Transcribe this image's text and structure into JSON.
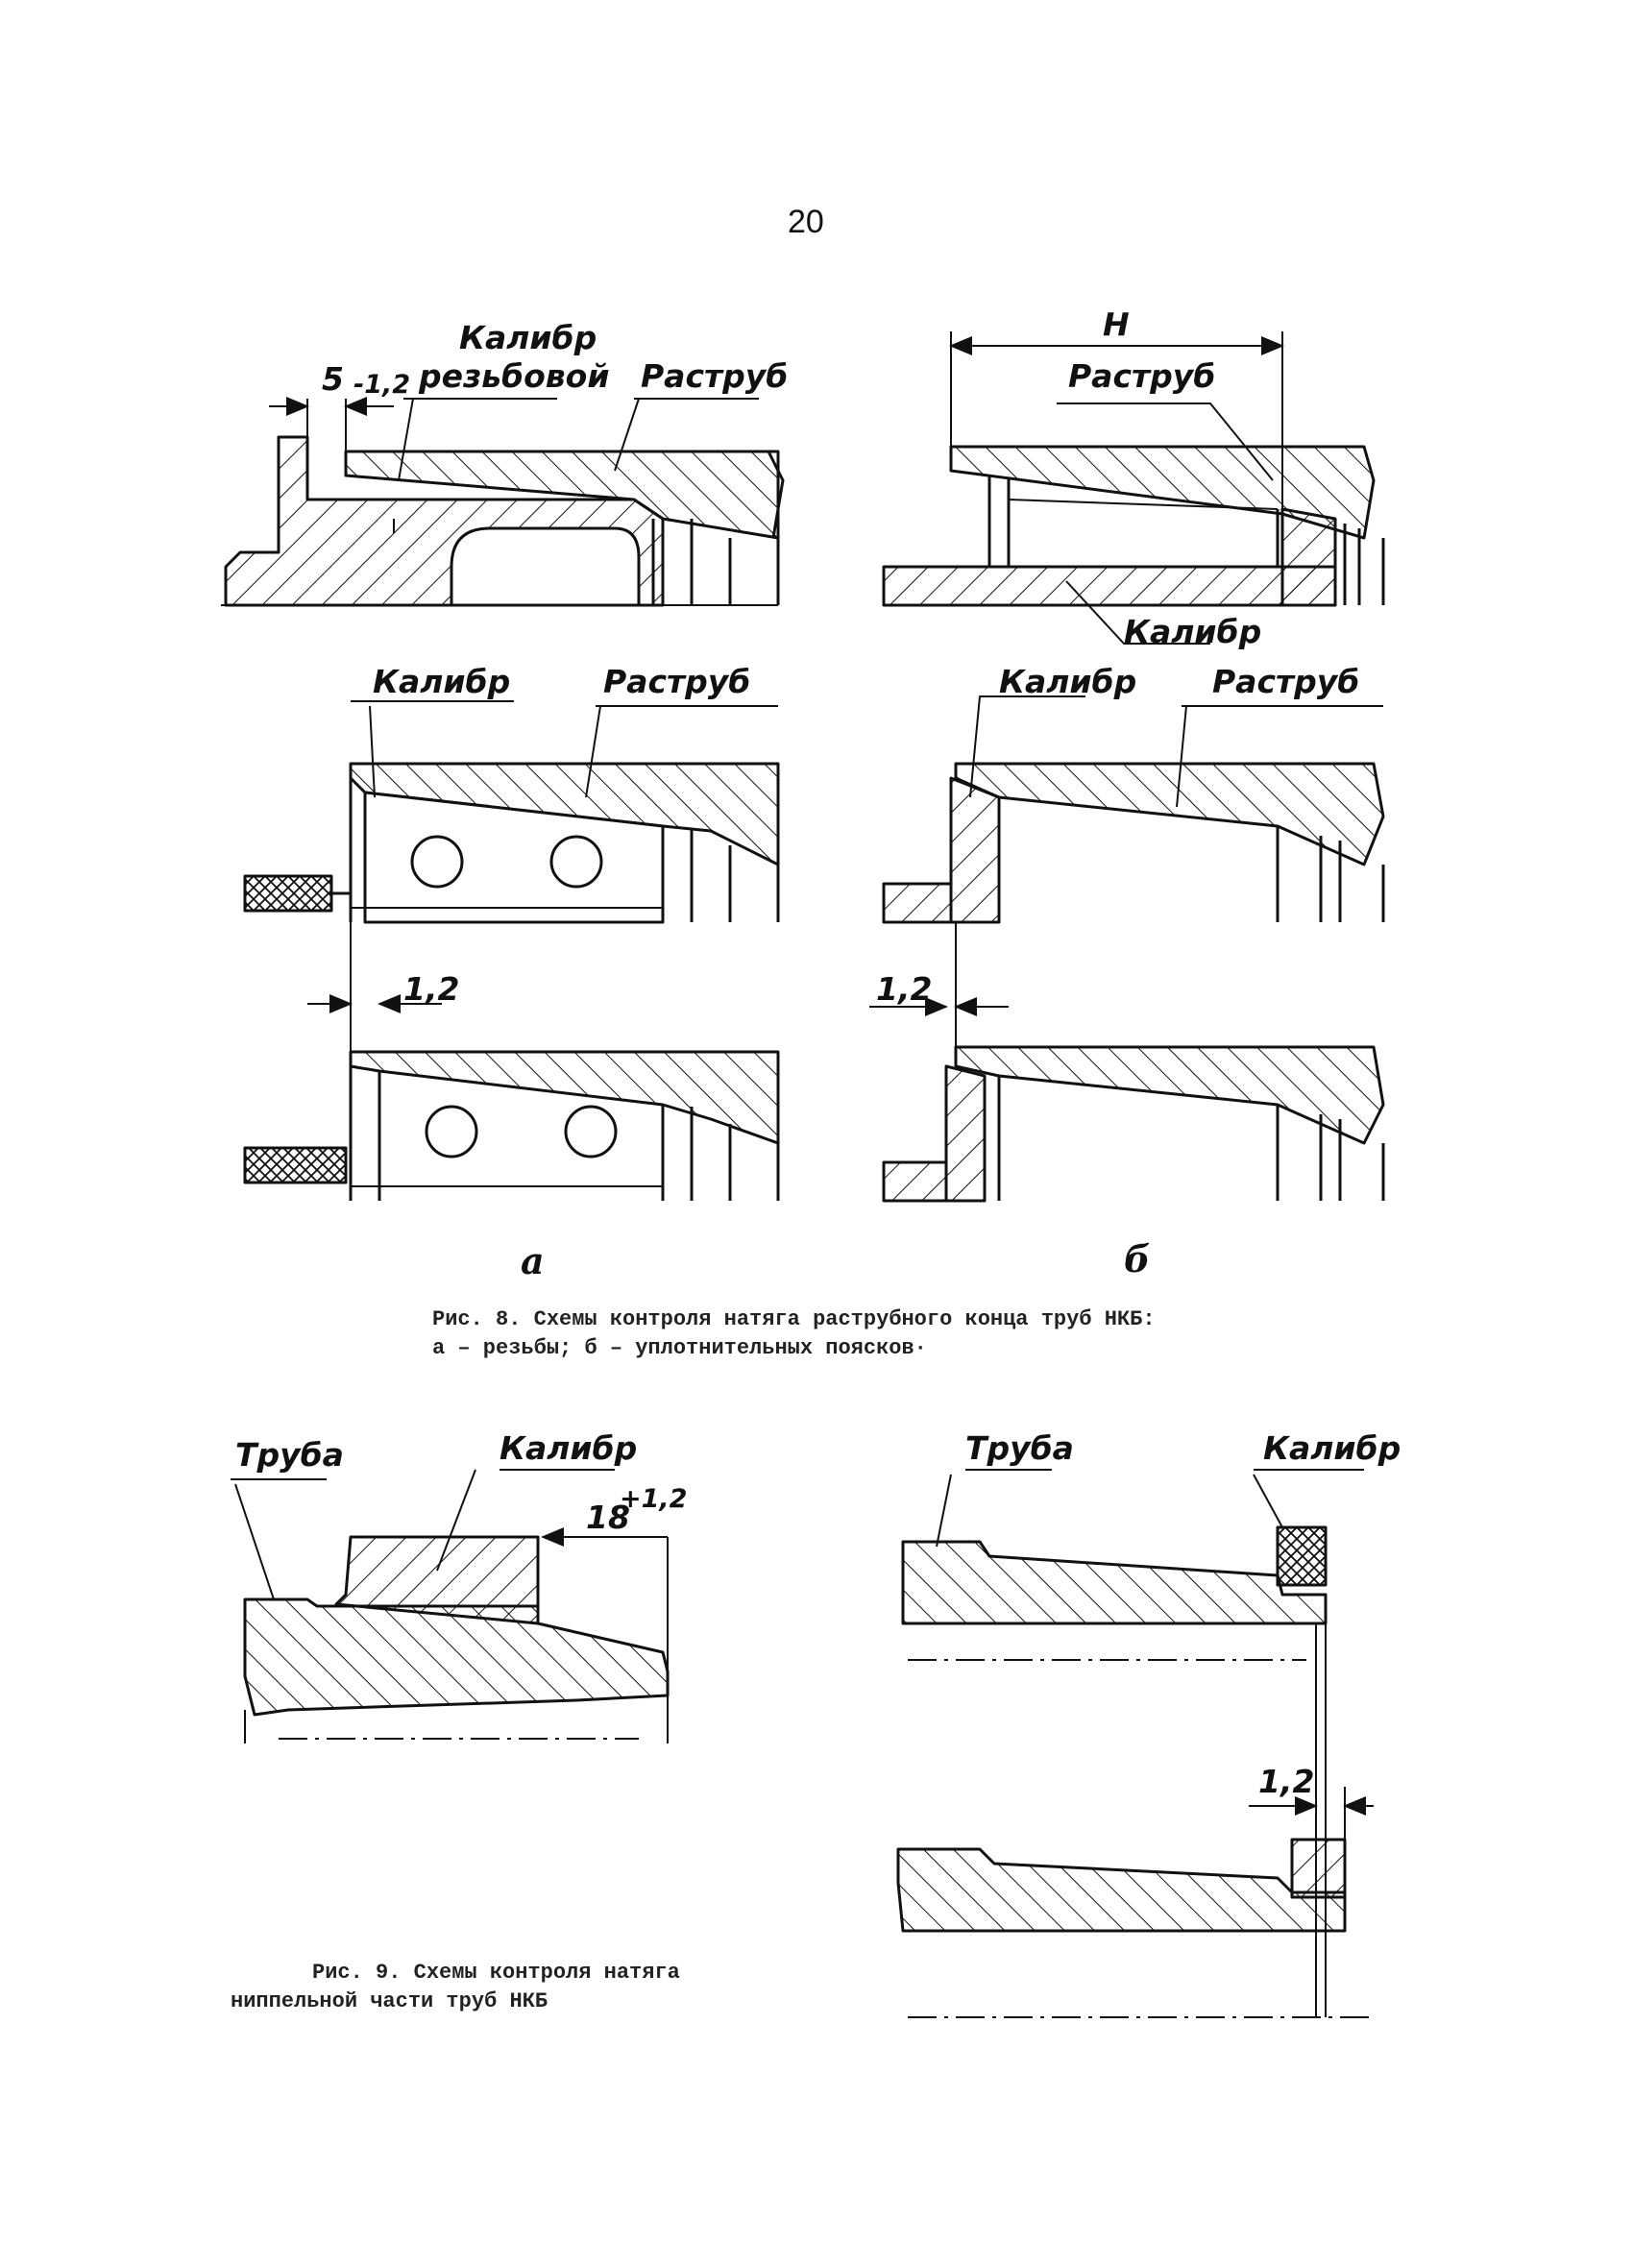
{
  "page_number": "20",
  "fig8": {
    "a_top": {
      "gauge_label_1": "Калибр",
      "gauge_label_2": "резьбовой",
      "socket_label": "Раструб",
      "dim_value": "5",
      "dim_tolerance": "-1,2"
    },
    "b_top": {
      "dim_label": "H",
      "socket_label": "Раструб",
      "gauge_label": "Калибр"
    },
    "a_mid": {
      "gauge_label": "Калибр",
      "socket_label": "Раструб",
      "gap_label": "1,2"
    },
    "b_mid": {
      "gauge_label": "Калибр",
      "socket_label": "Раструб",
      "gap_label": "1,2"
    },
    "sub_a": "а",
    "sub_b": "б",
    "caption_line1": "Рис. 8. Схемы контроля натяга раструбного конца труб НКБ:",
    "caption_line2": "а – резьбы; б – уплотнительных поясков·"
  },
  "fig9": {
    "left": {
      "pipe_label": "Труба",
      "gauge_label": "Калибр",
      "dim_value": "18",
      "dim_tolerance": "+1,2"
    },
    "right": {
      "pipe_label": "Труба",
      "gauge_label": "Калибр",
      "gap_label": "1,2"
    },
    "caption_line1": "Рис. 9. Схемы контроля натяга",
    "caption_line2": "ниппельной части труб НКБ"
  }
}
